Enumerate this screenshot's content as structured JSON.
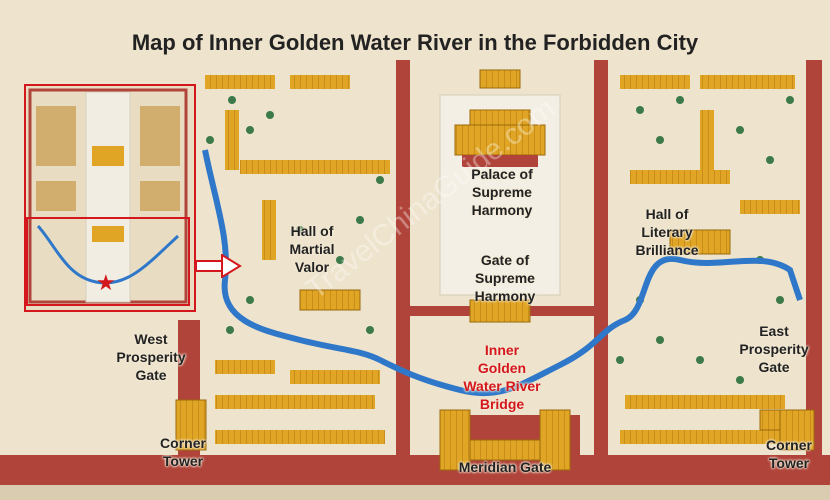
{
  "title": "Map of Inner Golden Water River in the Forbidden City",
  "watermark": "TravelChinaGuide.com",
  "labels": {
    "palace": [
      "Palace of",
      "Supreme",
      "Harmony"
    ],
    "martial": [
      "Hall of",
      "Martial",
      "Valor"
    ],
    "literary": [
      "Hall of",
      "Literary",
      "Brilliance"
    ],
    "gate_supreme": [
      "Gate of",
      "Supreme",
      "Harmony"
    ],
    "bridge": [
      "Inner",
      "Golden",
      "Water River",
      "Bridge"
    ],
    "west_gate": [
      "West",
      "Prosperity",
      "Gate"
    ],
    "east_gate": [
      "East",
      "Prosperity",
      "Gate"
    ],
    "corner_left": [
      "Corner",
      "Tower"
    ],
    "corner_right": [
      "Corner",
      "Tower"
    ],
    "meridian": "Meridian Gate"
  },
  "colors": {
    "background": "#eee3cc",
    "wall": "#b0433a",
    "roof": "#e0a524",
    "river": "#2f78c9",
    "tree": "#3c7a4a",
    "highlight": "#d4171d"
  },
  "inset": {
    "marker_icon": "red-star-icon",
    "star": "★"
  },
  "arrow_icon": "right-arrow-icon"
}
